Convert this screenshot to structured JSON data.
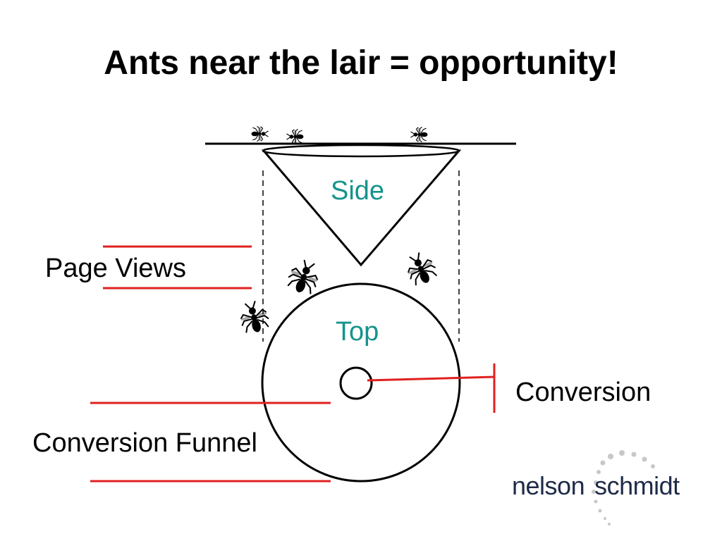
{
  "slide": {
    "title": "Ants near the lair = opportunity!"
  },
  "diagram": {
    "side_label": "Side",
    "top_label": "Top",
    "page_views_label": "Page Views",
    "conversion_funnel_label": "Conversion Funnel",
    "conversion_label": "Conversion",
    "colors": {
      "accent_red": "#e02020",
      "teal_text": "#16938c",
      "line": "#000000"
    },
    "icons": [
      "ant-icon"
    ]
  },
  "logo": {
    "word_left": "nelson",
    "word_right": "schmidt",
    "text_color": "#1e2b48",
    "dot_color": "#c8c8c8"
  }
}
